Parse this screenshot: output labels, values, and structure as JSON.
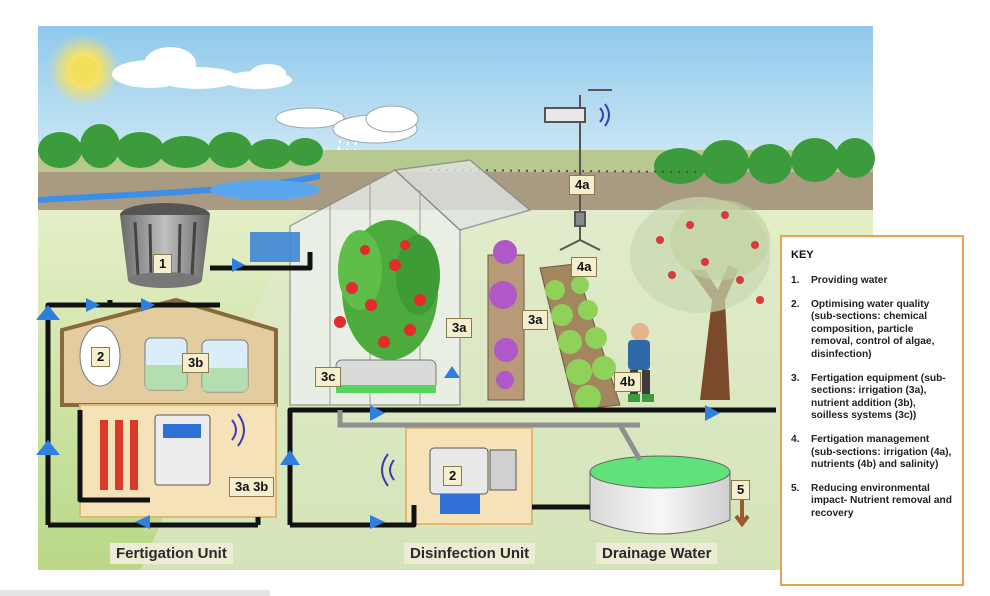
{
  "labels": {
    "n1": "1",
    "n2a": "2",
    "n2b": "2",
    "n3a_green": "3a",
    "n3a_lettuce": "3a",
    "n3b": "3b",
    "n3c": "3c",
    "n3a3b": "3a 3b",
    "n4a_station": "4a",
    "n4a_field": "4a",
    "n4b": "4b",
    "n5": "5"
  },
  "units": {
    "fertigation": "Fertigation Unit",
    "disinfection": "Disinfection Unit",
    "drainage": "Drainage Water"
  },
  "key": {
    "title": "KEY",
    "items": [
      {
        "num": "1.",
        "text": "Providing water"
      },
      {
        "num": "2.",
        "text": "Optimising water quality (sub-sections: chemical composition, particle removal, control of algae, disinfection)"
      },
      {
        "num": "3.",
        "text": "Fertigation equipment (sub-sections: irrigation (3a), nutrient addition (3b), soilless systems (3c))"
      },
      {
        "num": "4.",
        "text": "Fertigation management (sub-sections: irrigation (4a), nutrients (4b) and salinity)"
      },
      {
        "num": "5.",
        "text": "Reducing environmental impact- Nutrient removal and recovery"
      }
    ]
  },
  "colors": {
    "sky": "#a9d6ee",
    "grass": "#cfe3a4",
    "pipe": "#111111",
    "flow_arrow": "#2f7fe0",
    "key_border": "#e8a35a",
    "drain_water": "#5fe27a"
  },
  "icons": [
    "sun-icon",
    "cloud-icon",
    "rain-icon",
    "water-tank-icon",
    "greenhouse-icon",
    "tomato-plant-icon",
    "weather-station-icon",
    "apple-tree-icon",
    "farmer-icon",
    "drainage-pond-icon",
    "controller-icon",
    "wifi-icon",
    "flow-arrow-icon"
  ]
}
